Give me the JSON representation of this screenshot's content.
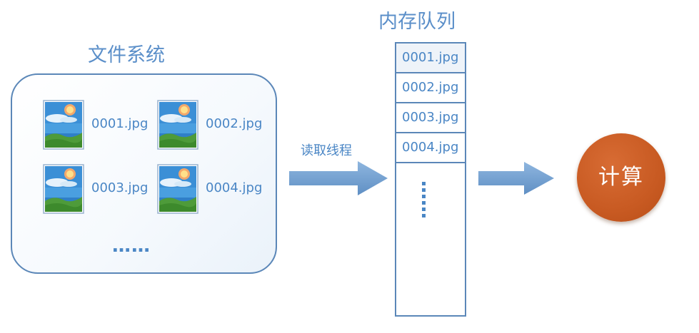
{
  "file_system": {
    "title": "文件系统",
    "files": [
      {
        "name": "0001.jpg",
        "icon": "image-file-icon"
      },
      {
        "name": "0002.jpg",
        "icon": "image-file-icon"
      },
      {
        "name": "0003.jpg",
        "icon": "image-file-icon"
      },
      {
        "name": "0004.jpg",
        "icon": "image-file-icon"
      }
    ],
    "more": "……"
  },
  "read_arrow": {
    "label": "读取线程"
  },
  "queue": {
    "title": "内存队列",
    "items": [
      "0001.jpg",
      "0002.jpg",
      "0003.jpg",
      "0004.jpg"
    ]
  },
  "compute": {
    "label": "计算"
  },
  "colors": {
    "accent": "#5b8fc9",
    "border": "#5b87b8",
    "arrow": "#6f9fd0",
    "compute": "#c85a22"
  }
}
